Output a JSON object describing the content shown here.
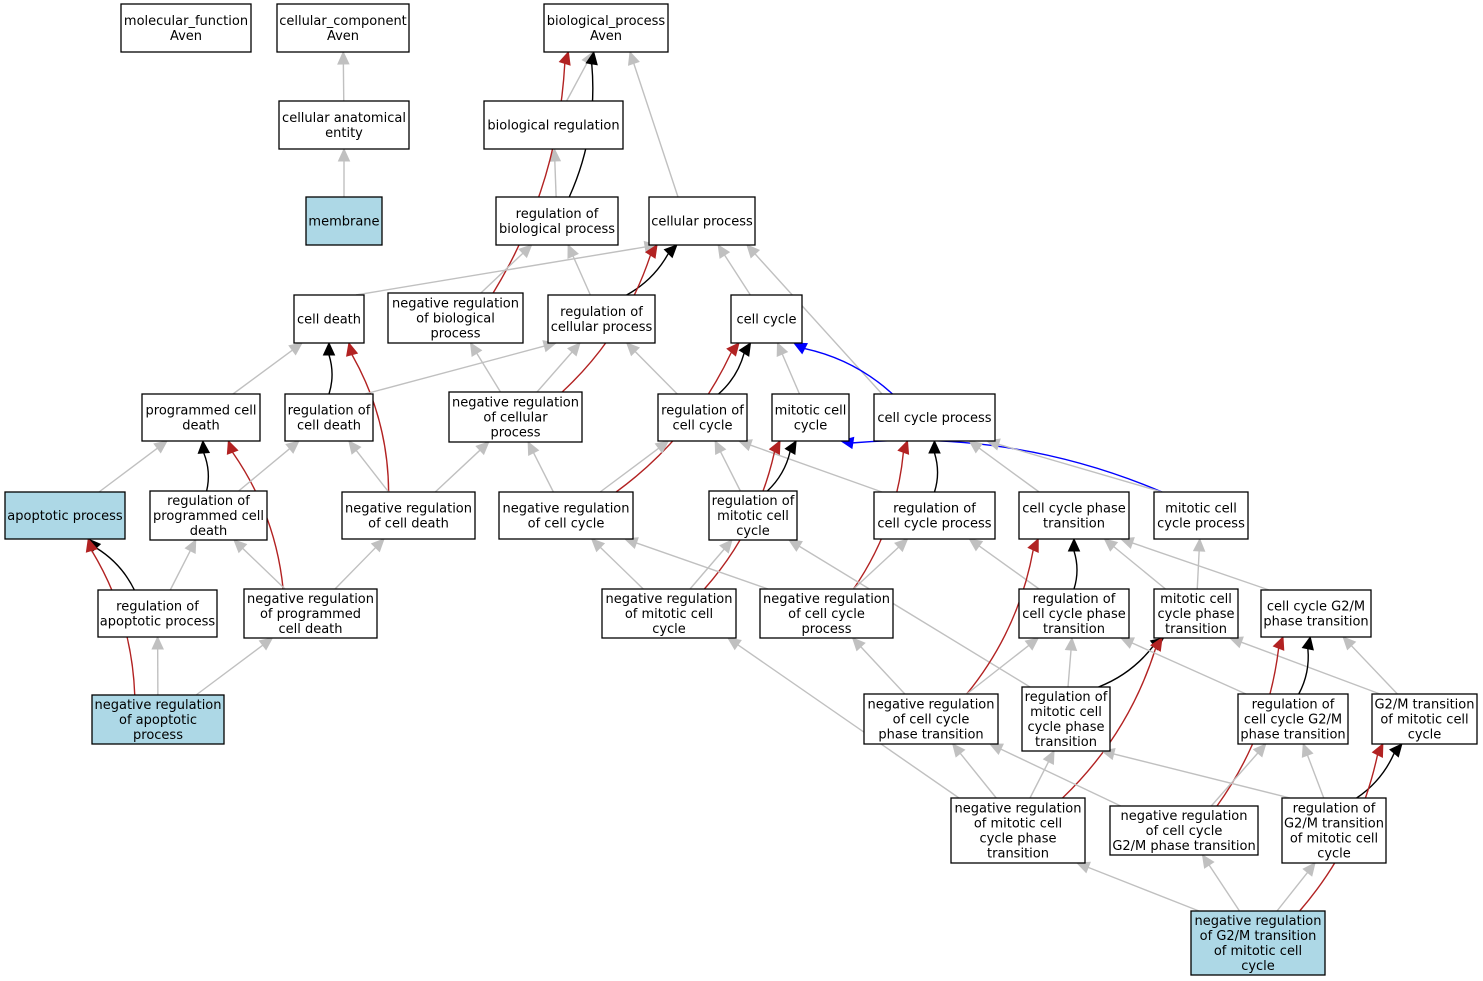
{
  "colors": {
    "highlight_fill": "#add8e6",
    "normal_fill": "#ffffff",
    "is_a": "#c0c0c0",
    "part_of": "#000000",
    "negatively_regulates": "#b22222",
    "regulates": "#0000ff"
  },
  "nodes": [
    {
      "id": "mf",
      "lines": [
        "molecular_function",
        "Aven"
      ],
      "highlight": false
    },
    {
      "id": "cc",
      "lines": [
        "cellular_component",
        "Aven"
      ],
      "highlight": false
    },
    {
      "id": "bp",
      "lines": [
        "biological_process",
        "Aven"
      ],
      "highlight": false
    },
    {
      "id": "cae",
      "lines": [
        "cellular anatomical",
        "entity"
      ],
      "highlight": false
    },
    {
      "id": "membrane",
      "lines": [
        "membrane"
      ],
      "highlight": true
    },
    {
      "id": "bioreg",
      "lines": [
        "biological regulation"
      ],
      "highlight": false
    },
    {
      "id": "regbp",
      "lines": [
        "regulation of",
        "biological process"
      ],
      "highlight": false
    },
    {
      "id": "cellproc",
      "lines": [
        "cellular process"
      ],
      "highlight": false
    },
    {
      "id": "celldeath",
      "lines": [
        "cell death"
      ],
      "highlight": false
    },
    {
      "id": "negregbp",
      "lines": [
        "negative regulation",
        "of biological",
        "process"
      ],
      "highlight": false
    },
    {
      "id": "regcellproc",
      "lines": [
        "regulation of",
        "cellular process"
      ],
      "highlight": false
    },
    {
      "id": "cellcycle",
      "lines": [
        "cell cycle"
      ],
      "highlight": false
    },
    {
      "id": "pcd",
      "lines": [
        "programmed cell",
        "death"
      ],
      "highlight": false
    },
    {
      "id": "regcd",
      "lines": [
        "regulation of",
        "cell death"
      ],
      "highlight": false
    },
    {
      "id": "negregcp",
      "lines": [
        "negative regulation",
        "of cellular",
        "process"
      ],
      "highlight": false
    },
    {
      "id": "regcc",
      "lines": [
        "regulation of",
        "cell cycle"
      ],
      "highlight": false
    },
    {
      "id": "mitcc",
      "lines": [
        "mitotic cell",
        "cycle"
      ],
      "highlight": false
    },
    {
      "id": "ccproc",
      "lines": [
        "cell cycle process"
      ],
      "highlight": false
    },
    {
      "id": "apop",
      "lines": [
        "apoptotic process"
      ],
      "highlight": true
    },
    {
      "id": "regpcd",
      "lines": [
        "regulation of",
        "programmed cell",
        "death"
      ],
      "highlight": false
    },
    {
      "id": "negregcd",
      "lines": [
        "negative regulation",
        "of cell death"
      ],
      "highlight": false
    },
    {
      "id": "negregcc",
      "lines": [
        "negative regulation",
        "of cell cycle"
      ],
      "highlight": false
    },
    {
      "id": "regmitcc",
      "lines": [
        "regulation of",
        "mitotic cell",
        "cycle"
      ],
      "highlight": false
    },
    {
      "id": "regccproc",
      "lines": [
        "regulation of",
        "cell cycle process"
      ],
      "highlight": false
    },
    {
      "id": "ccpt",
      "lines": [
        "cell cycle phase",
        "transition"
      ],
      "highlight": false
    },
    {
      "id": "mitccproc",
      "lines": [
        "mitotic cell",
        "cycle process"
      ],
      "highlight": false
    },
    {
      "id": "regap",
      "lines": [
        "regulation of",
        "apoptotic process"
      ],
      "highlight": false
    },
    {
      "id": "negregpcd",
      "lines": [
        "negative regulation",
        "of programmed",
        "cell death"
      ],
      "highlight": false
    },
    {
      "id": "negregmitcc",
      "lines": [
        "negative regulation",
        "of mitotic cell",
        "cycle"
      ],
      "highlight": false
    },
    {
      "id": "negregccproc",
      "lines": [
        "negative regulation",
        "of cell cycle",
        "process"
      ],
      "highlight": false
    },
    {
      "id": "regccpt",
      "lines": [
        "regulation of",
        "cell cycle phase",
        "transition"
      ],
      "highlight": false
    },
    {
      "id": "mitccpt",
      "lines": [
        "mitotic cell",
        "cycle phase",
        "transition"
      ],
      "highlight": false
    },
    {
      "id": "ccg2m",
      "lines": [
        "cell cycle G2/M",
        "phase transition"
      ],
      "highlight": false
    },
    {
      "id": "negregap",
      "lines": [
        "negative regulation",
        "of apoptotic",
        "process"
      ],
      "highlight": true
    },
    {
      "id": "negregccpt",
      "lines": [
        "negative regulation",
        "of cell cycle",
        "phase transition"
      ],
      "highlight": false
    },
    {
      "id": "regmitccpt",
      "lines": [
        "regulation of",
        "mitotic cell",
        "cycle phase",
        "transition"
      ],
      "highlight": false
    },
    {
      "id": "regccg2m",
      "lines": [
        "regulation of",
        "cell cycle G2/M",
        "phase transition"
      ],
      "highlight": false
    },
    {
      "id": "g2mmit",
      "lines": [
        "G2/M transition",
        "of mitotic cell",
        "cycle"
      ],
      "highlight": false
    },
    {
      "id": "negregmitccpt",
      "lines": [
        "negative regulation",
        "of mitotic cell",
        "cycle phase",
        "transition"
      ],
      "highlight": false
    },
    {
      "id": "negregccg2m",
      "lines": [
        "negative regulation",
        "of cell cycle",
        "G2/M phase transition"
      ],
      "highlight": false
    },
    {
      "id": "regg2mmit",
      "lines": [
        "regulation of",
        "G2/M transition",
        "of mitotic cell",
        "cycle"
      ],
      "highlight": false
    },
    {
      "id": "negregg2mmit",
      "lines": [
        "negative regulation",
        "of G2/M transition",
        "of mitotic cell",
        "cycle"
      ],
      "highlight": true
    }
  ],
  "edges": [
    {
      "from": "cae",
      "to": "cc",
      "type": "is_a"
    },
    {
      "from": "membrane",
      "to": "cae",
      "type": "is_a"
    },
    {
      "from": "bioreg",
      "to": "bp",
      "type": "is_a"
    },
    {
      "from": "regbp",
      "to": "bioreg",
      "type": "is_a"
    },
    {
      "from": "regbp",
      "to": "bp",
      "type": "part_of"
    },
    {
      "from": "cellproc",
      "to": "bp",
      "type": "is_a"
    },
    {
      "from": "negregbp",
      "to": "bp",
      "type": "negatively_regulates"
    },
    {
      "from": "celldeath",
      "to": "cellproc",
      "type": "is_a"
    },
    {
      "from": "negregbp",
      "to": "regbp",
      "type": "is_a"
    },
    {
      "from": "regcellproc",
      "to": "regbp",
      "type": "is_a"
    },
    {
      "from": "regcellproc",
      "to": "cellproc",
      "type": "part_of"
    },
    {
      "from": "cellcycle",
      "to": "cellproc",
      "type": "is_a"
    },
    {
      "from": "ccproc",
      "to": "cellproc",
      "type": "is_a"
    },
    {
      "from": "negregcp",
      "to": "cellproc",
      "type": "negatively_regulates"
    },
    {
      "from": "pcd",
      "to": "celldeath",
      "type": "is_a"
    },
    {
      "from": "regcd",
      "to": "celldeath",
      "type": "part_of"
    },
    {
      "from": "negregcd",
      "to": "celldeath",
      "type": "negatively_regulates"
    },
    {
      "from": "regcd",
      "to": "regcellproc",
      "type": "is_a"
    },
    {
      "from": "negregcp",
      "to": "negregbp",
      "type": "is_a"
    },
    {
      "from": "negregcp",
      "to": "regcellproc",
      "type": "is_a"
    },
    {
      "from": "regcc",
      "to": "regcellproc",
      "type": "is_a"
    },
    {
      "from": "regcc",
      "to": "cellcycle",
      "type": "part_of"
    },
    {
      "from": "mitcc",
      "to": "cellcycle",
      "type": "is_a"
    },
    {
      "from": "ccproc",
      "to": "cellcycle",
      "type": "regulates"
    },
    {
      "from": "negregcc",
      "to": "cellcycle",
      "type": "negatively_regulates"
    },
    {
      "from": "apop",
      "to": "pcd",
      "type": "is_a"
    },
    {
      "from": "regpcd",
      "to": "pcd",
      "type": "part_of"
    },
    {
      "from": "negregpcd",
      "to": "pcd",
      "type": "negatively_regulates"
    },
    {
      "from": "regpcd",
      "to": "regcd",
      "type": "is_a"
    },
    {
      "from": "negregcd",
      "to": "regcd",
      "type": "is_a"
    },
    {
      "from": "negregcd",
      "to": "negregcp",
      "type": "is_a"
    },
    {
      "from": "negregcc",
      "to": "negregcp",
      "type": "is_a"
    },
    {
      "from": "negregcc",
      "to": "regcc",
      "type": "is_a"
    },
    {
      "from": "regmitcc",
      "to": "regcc",
      "type": "is_a"
    },
    {
      "from": "regccproc",
      "to": "regcc",
      "type": "is_a"
    },
    {
      "from": "regmitcc",
      "to": "mitcc",
      "type": "part_of"
    },
    {
      "from": "negregmitcc",
      "to": "mitcc",
      "type": "negatively_regulates"
    },
    {
      "from": "mitccproc",
      "to": "mitcc",
      "type": "regulates"
    },
    {
      "from": "regccproc",
      "to": "ccproc",
      "type": "part_of"
    },
    {
      "from": "negregccproc",
      "to": "ccproc",
      "type": "negatively_regulates"
    },
    {
      "from": "ccpt",
      "to": "ccproc",
      "type": "is_a"
    },
    {
      "from": "mitccproc",
      "to": "ccproc",
      "type": "is_a"
    },
    {
      "from": "regap",
      "to": "apop",
      "type": "part_of"
    },
    {
      "from": "negregap",
      "to": "apop",
      "type": "negatively_regulates"
    },
    {
      "from": "regap",
      "to": "regpcd",
      "type": "is_a"
    },
    {
      "from": "negregpcd",
      "to": "regpcd",
      "type": "is_a"
    },
    {
      "from": "negregpcd",
      "to": "negregcd",
      "type": "is_a"
    },
    {
      "from": "negregmitcc",
      "to": "negregcc",
      "type": "is_a"
    },
    {
      "from": "negregmitcc",
      "to": "regmitcc",
      "type": "is_a"
    },
    {
      "from": "negregccproc",
      "to": "negregcc",
      "type": "is_a"
    },
    {
      "from": "negregccproc",
      "to": "regccproc",
      "type": "is_a"
    },
    {
      "from": "regmitccpt",
      "to": "regmitcc",
      "type": "is_a"
    },
    {
      "from": "regccpt",
      "to": "regccproc",
      "type": "is_a"
    },
    {
      "from": "regccpt",
      "to": "ccpt",
      "type": "part_of"
    },
    {
      "from": "negregccpt",
      "to": "ccpt",
      "type": "negatively_regulates"
    },
    {
      "from": "mitccpt",
      "to": "ccpt",
      "type": "is_a"
    },
    {
      "from": "ccg2m",
      "to": "ccpt",
      "type": "is_a"
    },
    {
      "from": "mitccpt",
      "to": "mitccproc",
      "type": "is_a"
    },
    {
      "from": "negregap",
      "to": "regap",
      "type": "is_a"
    },
    {
      "from": "negregap",
      "to": "negregpcd",
      "type": "is_a"
    },
    {
      "from": "negregccpt",
      "to": "negregccproc",
      "type": "is_a"
    },
    {
      "from": "negregccpt",
      "to": "regccpt",
      "type": "is_a"
    },
    {
      "from": "regmitccpt",
      "to": "regccpt",
      "type": "is_a"
    },
    {
      "from": "regmitccpt",
      "to": "mitccpt",
      "type": "part_of"
    },
    {
      "from": "negregmitccpt",
      "to": "mitccpt",
      "type": "negatively_regulates"
    },
    {
      "from": "g2mmit",
      "to": "mitccpt",
      "type": "is_a"
    },
    {
      "from": "regccg2m",
      "to": "ccg2m",
      "type": "part_of"
    },
    {
      "from": "negregccg2m",
      "to": "ccg2m",
      "type": "negatively_regulates"
    },
    {
      "from": "g2mmit",
      "to": "ccg2m",
      "type": "is_a"
    },
    {
      "from": "regccg2m",
      "to": "regccpt",
      "type": "is_a"
    },
    {
      "from": "negregmitccpt",
      "to": "negregmitcc",
      "type": "is_a"
    },
    {
      "from": "negregmitccpt",
      "to": "negregccpt",
      "type": "is_a"
    },
    {
      "from": "negregmitccpt",
      "to": "regmitccpt",
      "type": "is_a"
    },
    {
      "from": "negregccg2m",
      "to": "negregccpt",
      "type": "is_a"
    },
    {
      "from": "negregccg2m",
      "to": "regccg2m",
      "type": "is_a"
    },
    {
      "from": "regg2mmit",
      "to": "regmitccpt",
      "type": "is_a"
    },
    {
      "from": "regg2mmit",
      "to": "regccg2m",
      "type": "is_a"
    },
    {
      "from": "regg2mmit",
      "to": "g2mmit",
      "type": "part_of"
    },
    {
      "from": "negregg2mmit",
      "to": "g2mmit",
      "type": "negatively_regulates"
    },
    {
      "from": "negregg2mmit",
      "to": "negregmitccpt",
      "type": "is_a"
    },
    {
      "from": "negregg2mmit",
      "to": "negregccg2m",
      "type": "is_a"
    },
    {
      "from": "negregg2mmit",
      "to": "regg2mmit",
      "type": "is_a"
    }
  ]
}
